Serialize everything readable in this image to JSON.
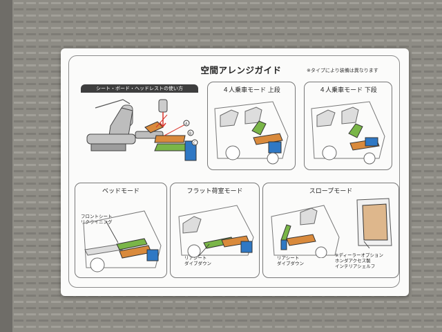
{
  "guide": {
    "title": "空間アレンジガイド",
    "note": "※タイプにより装備は異なります",
    "section_tag": "シート・ボード・ヘッドレストの使い方",
    "panels": [
      {
        "title": "４人乗車モード 上段"
      },
      {
        "title": "４人乗車モード 下段"
      },
      {
        "title": "ベッドモード"
      },
      {
        "title": "フラット荷室モード"
      },
      {
        "title": "スロープモード"
      }
    ],
    "labels": {
      "front_seat_recline": "フロントシート\nリクライニング",
      "rear_seat_dive_down_1": "リアシート\nダイブダウン",
      "rear_seat_dive_down_2": "リアシート\nダイブダウン",
      "dealer_option": "※ディーラーオプション\nホンダアクセス製\nインテリアシェルフ"
    },
    "step_markers": [
      "A",
      "B",
      "C"
    ]
  },
  "colors": {
    "board_orange": "#d98a3c",
    "board_green": "#7ab648",
    "box_blue": "#2f78c4",
    "shelf_tan": "#deb78c",
    "arrow_red": "#d9342b"
  }
}
